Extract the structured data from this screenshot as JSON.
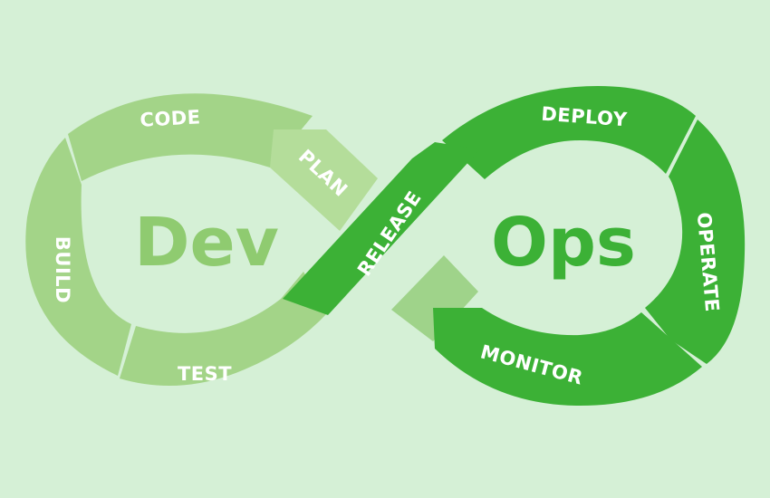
{
  "left_loop": {
    "center_label": "Dev",
    "color": "#a3d488",
    "text_color": "#8fcb70",
    "stages": [
      "PLAN",
      "CODE",
      "BUILD",
      "TEST"
    ]
  },
  "right_loop": {
    "center_label": "Ops",
    "color": "#3cb136",
    "text_color": "#3cb136",
    "stages": [
      "RELEASE",
      "DEPLOY",
      "OPERATE",
      "MONITOR"
    ]
  },
  "background": "#d5f0d6",
  "plan_color": "#b4dd9a",
  "arrow_hint_color": "#9fd38a"
}
